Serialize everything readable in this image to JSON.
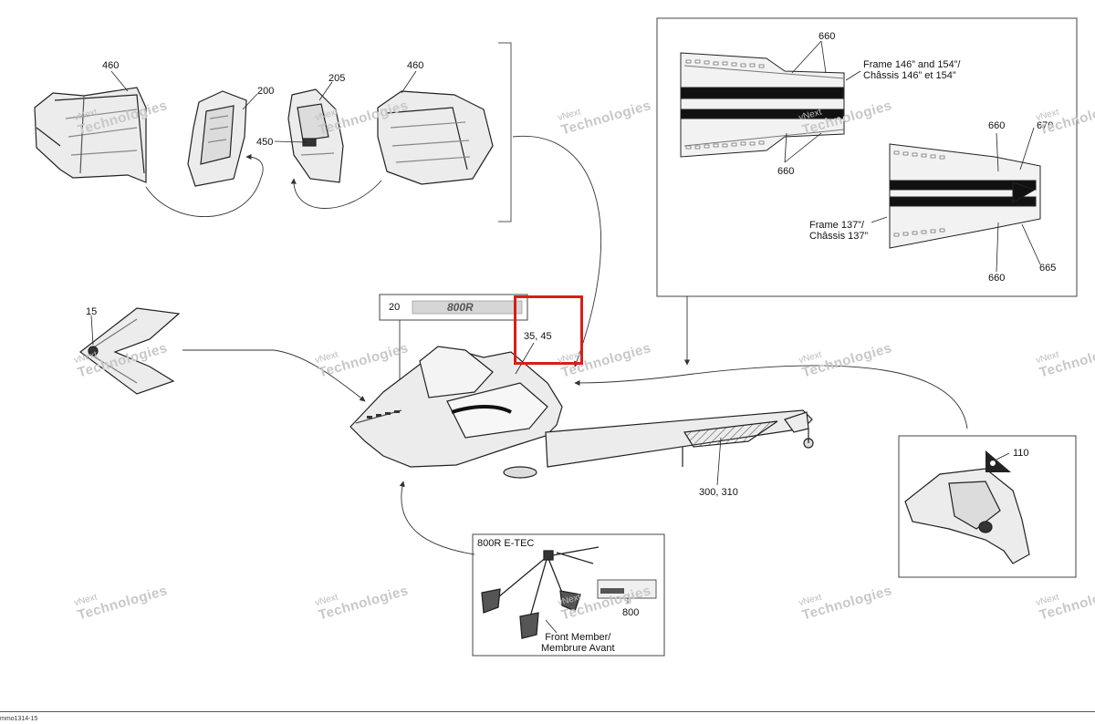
{
  "labels": {
    "p460_left": "460",
    "p200": "200",
    "p205": "205",
    "p460_right": "460",
    "p450": "450",
    "p15": "15",
    "p20": "20",
    "p35_45": "35, 45",
    "p300_310": "300, 310",
    "p110": "110",
    "p800": "800",
    "p660_top": "660",
    "p660_mid": "660",
    "p660_right_top": "660",
    "p670": "670",
    "p660_right_bottom": "660",
    "p665": "665"
  },
  "frame_long_text": "Frame 146” and 154”/\nChâssis 146” et 154”",
  "frame_short_text": "Frame 137”/\nChâssis 137”",
  "engine_inset_title": "800R E-TEC",
  "front_member_text": "Front Member/\nMembrure Avant",
  "decal_text": "800R",
  "watermark": {
    "line1": "vNext",
    "line2": "Technologies"
  },
  "footer_code": "mmo1314-15",
  "colors": {
    "highlight": "#d91e18",
    "line": "#444444",
    "part_fill": "#e6e6e6",
    "part_dark": "#222222"
  }
}
